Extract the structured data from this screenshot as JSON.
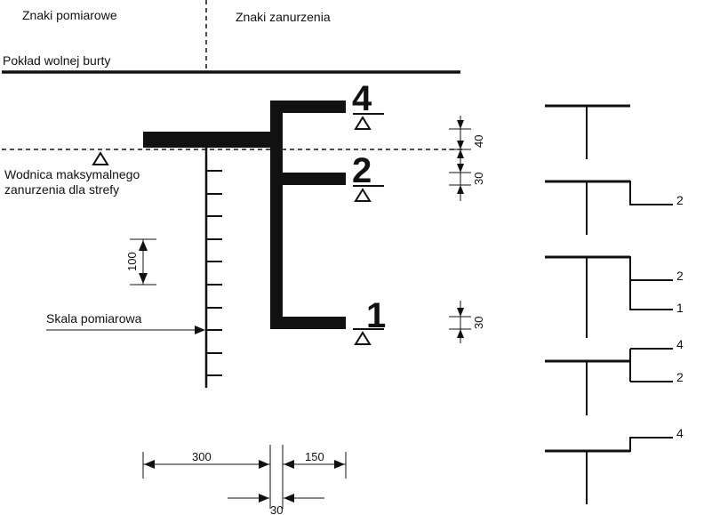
{
  "headers": {
    "left": "Znaki pomiarowe",
    "right": "Znaki zanurzenia"
  },
  "labels": {
    "deck": "Pokład wolnej burty",
    "waterline_line1": "Wodnica maksymalnego",
    "waterline_line2": "zanurzenia dla strefy",
    "scale": "Skala pomiarowa"
  },
  "draft_marks": [
    {
      "number": "4"
    },
    {
      "number": "2"
    },
    {
      "number": "1"
    }
  ],
  "dimensions": {
    "d40": "40",
    "d30_upper": "30",
    "d30_lower": "30",
    "d100": "100",
    "d300": "300",
    "d150": "150",
    "d30_bottom": "30"
  },
  "variants": [
    {
      "labels": []
    },
    {
      "labels": [
        "2"
      ]
    },
    {
      "labels": [
        "2",
        "1"
      ]
    },
    {
      "labels": [
        "4",
        "2"
      ]
    },
    {
      "labels": [
        "4"
      ]
    }
  ],
  "colors": {
    "ink": "#111111",
    "background": "#ffffff"
  }
}
